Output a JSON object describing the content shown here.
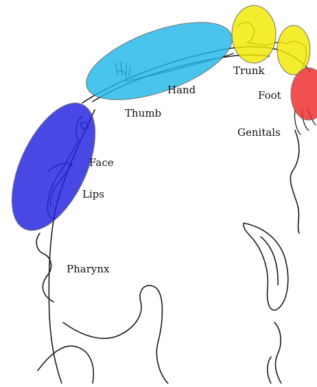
{
  "labels": {
    "trunk": "Trunk",
    "hand": "Hand",
    "foot": "Foot",
    "thumb": "Thumb",
    "genitals": "Genitals",
    "face": "Face",
    "lips": "Lips",
    "pharynx": "Pharynx"
  },
  "colors": {
    "face_region": "#2020e0",
    "hand_region": "#22b8e8",
    "trunk_region": "#f2e800",
    "foot_region": "#ee2a2a",
    "line": "#1a1a1a",
    "text": "#111111"
  }
}
